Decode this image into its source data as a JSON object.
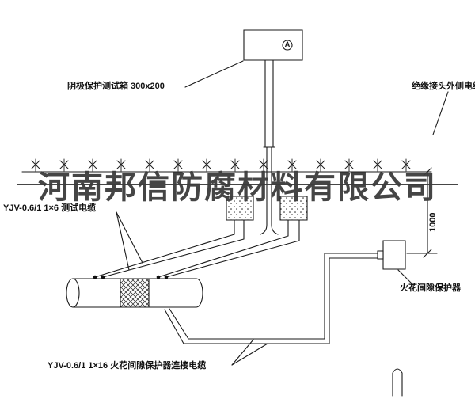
{
  "colors": {
    "ink": "#1a1a1a",
    "watermark": "#3c3c3c",
    "background": "#ffffff"
  },
  "watermark": {
    "text": "河南邦信防腐材料有限公司"
  },
  "labels": {
    "test_box": "阴极保护测试箱 300x200",
    "meter": "A",
    "outer_cable": "绝缘接头外侧电缆",
    "test_cable": "YJV-0.6/1 1×6  测试电缆",
    "spark_gap": "火花间隙保护器",
    "connection_cable": "YJV-0.6/1 1×16  火花间隙保护器连接电缆",
    "dimension_height": "1000"
  }
}
